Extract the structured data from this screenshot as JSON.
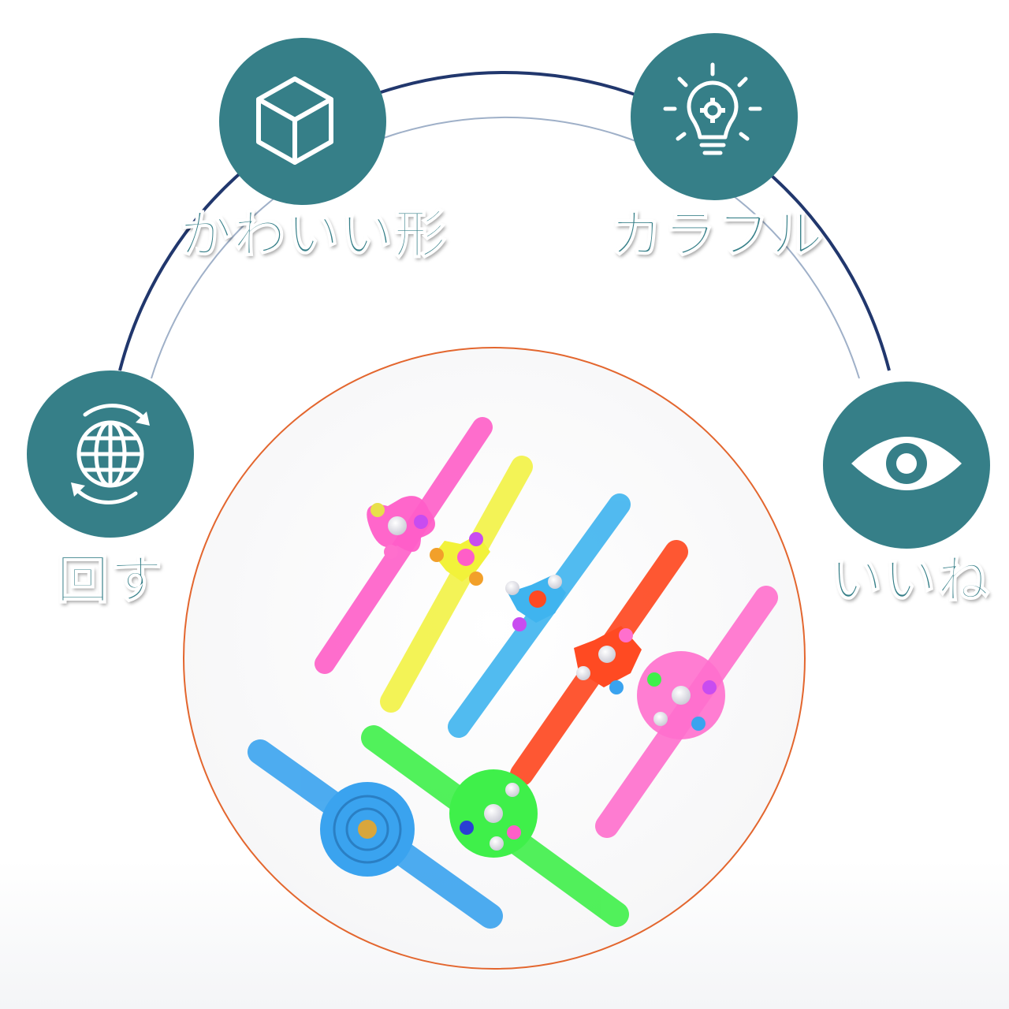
{
  "features": [
    {
      "label": "かわいい形",
      "icon": "cube-icon"
    },
    {
      "label": "カラフル",
      "icon": "lightbulb-gear-icon"
    },
    {
      "label": "回す",
      "icon": "rotating-globe-icon"
    },
    {
      "label": "いいね",
      "icon": "eye-icon"
    }
  ],
  "colors": {
    "circle_fill": "#367f88",
    "label_text": "#367f88",
    "arc_outer": "#21376d",
    "arc_inner": "#9fb0c8",
    "photo_border": "#e3662e"
  },
  "product_photo": {
    "subject": "spinner bracelets",
    "band_colors": [
      "#ff5ec8",
      "#f2f23a",
      "#3fb4ef",
      "#ff4a22",
      "#ff6fcd",
      "#3aa3ef",
      "#3ff04a"
    ]
  }
}
